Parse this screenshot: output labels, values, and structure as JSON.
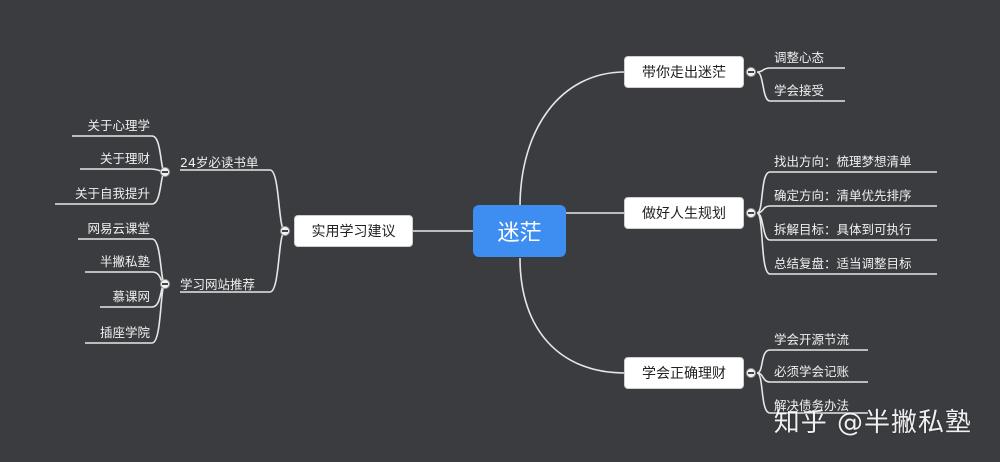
{
  "root": {
    "label": "迷茫"
  },
  "right_branches": [
    {
      "label": "带你走出迷茫",
      "children": [
        "调整心态",
        "学会接受"
      ]
    },
    {
      "label": "做好人生规划",
      "children": [
        "找出方向：梳理梦想清单",
        "确定方向：清单优先排序",
        "拆解目标：具体到可执行",
        "总结复盘：适当调整目标"
      ]
    },
    {
      "label": "学会正确理财",
      "children": [
        "学会开源节流",
        "必须学会记账",
        "解决债务办法"
      ]
    }
  ],
  "left_branch": {
    "label": "实用学习建议",
    "subs": [
      {
        "label": "24岁必读书单",
        "children": [
          "关于心理学",
          "关于理财",
          "关于自我提升"
        ]
      },
      {
        "label": "学习网站推荐",
        "children": [
          "网易云课堂",
          "半撇私塾",
          "慕课网",
          "插座学院"
        ]
      }
    ]
  },
  "watermark": "知乎 @半撇私塾",
  "colors": {
    "background": "#3a3c40",
    "root": "#3d8ef0",
    "node": "#ffffff",
    "line": "#e6e6e6"
  }
}
